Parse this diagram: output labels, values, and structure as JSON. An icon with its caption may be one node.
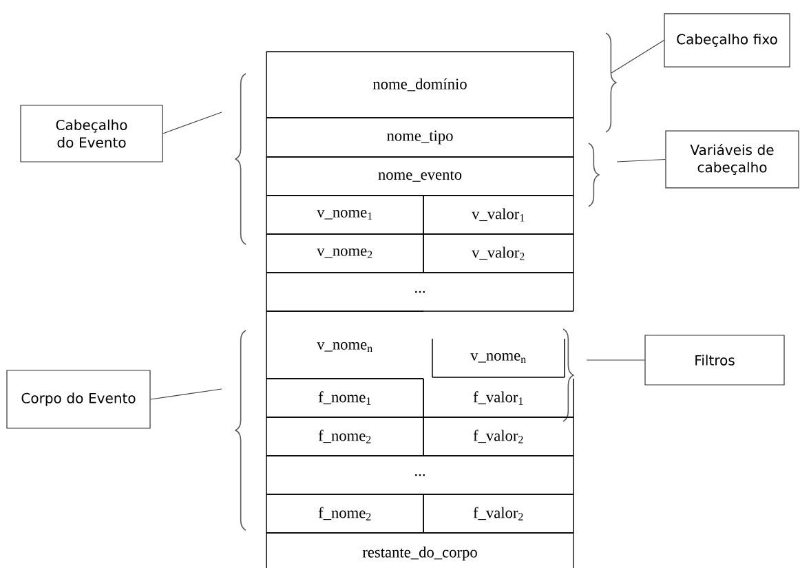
{
  "diagram": {
    "nodes": [
      {
        "text": [
          "Cabeçalho fixo"
        ]
      },
      {
        "text": [
          "Cabeçalho do Evento"
        ]
      },
      {
        "text": [
          "nome_domínio"
        ]
      },
      {
        "text": [
          "nome_tipo"
        ]
      },
      {
        "text": [
          "Variáveis de cabeçalho"
        ]
      },
      {
        "text": [
          "nome_evento"
        ]
      },
      {
        "text": [
          "v_nome$_{1}$"
        ]
      },
      {
        "text": [
          "v_valor$_{1}$"
        ]
      },
      {
        "text": [
          "v_nome$_{2}$"
        ]
      },
      {
        "text": [
          "v_valor$_{2}$"
        ]
      },
      {
        "text": [
          "..."
        ]
      },
      {
        "text": [
          "Corpo do Evento"
        ]
      },
      {
        "text": [
          "v_nome$_{n}$"
        ]
      },
      {
        "text": [
          "v_nome$_{n}$"
        ]
      },
      {
        "text": [
          "Filtros"
        ]
      },
      {
        "text": [
          "f_nome$_{1}$"
        ]
      },
      {
        "text": [
          "f_valor$_{1}$"
        ]
      },
      {
        "text": [
          "f_nome$_{2}$"
        ]
      },
      {
        "text": [
          "f_valor$_{2}$"
        ]
      },
      {
        "text": [
          "..."
        ]
      },
      {
        "text": [
          "f_nome$_{2}$"
        ]
      },
      {
        "text": [
          "f_valor$_{2}$"
        ]
      },
      {
        "text": [
          "restante_do_corpo"
        ]
      }
    ],
    "edges": [
      {
        "from": 0,
        "to": null,
        "arrow": "none"
      },
      {
        "from": 1,
        "to": null,
        "arrow": "none"
      },
      {
        "from": 4,
        "to": null,
        "arrow": "none"
      },
      {
        "from": 11,
        "to": null,
        "arrow": "none"
      },
      {
        "from": 14,
        "to": null,
        "arrow": "none"
      }
    ]
  }
}
